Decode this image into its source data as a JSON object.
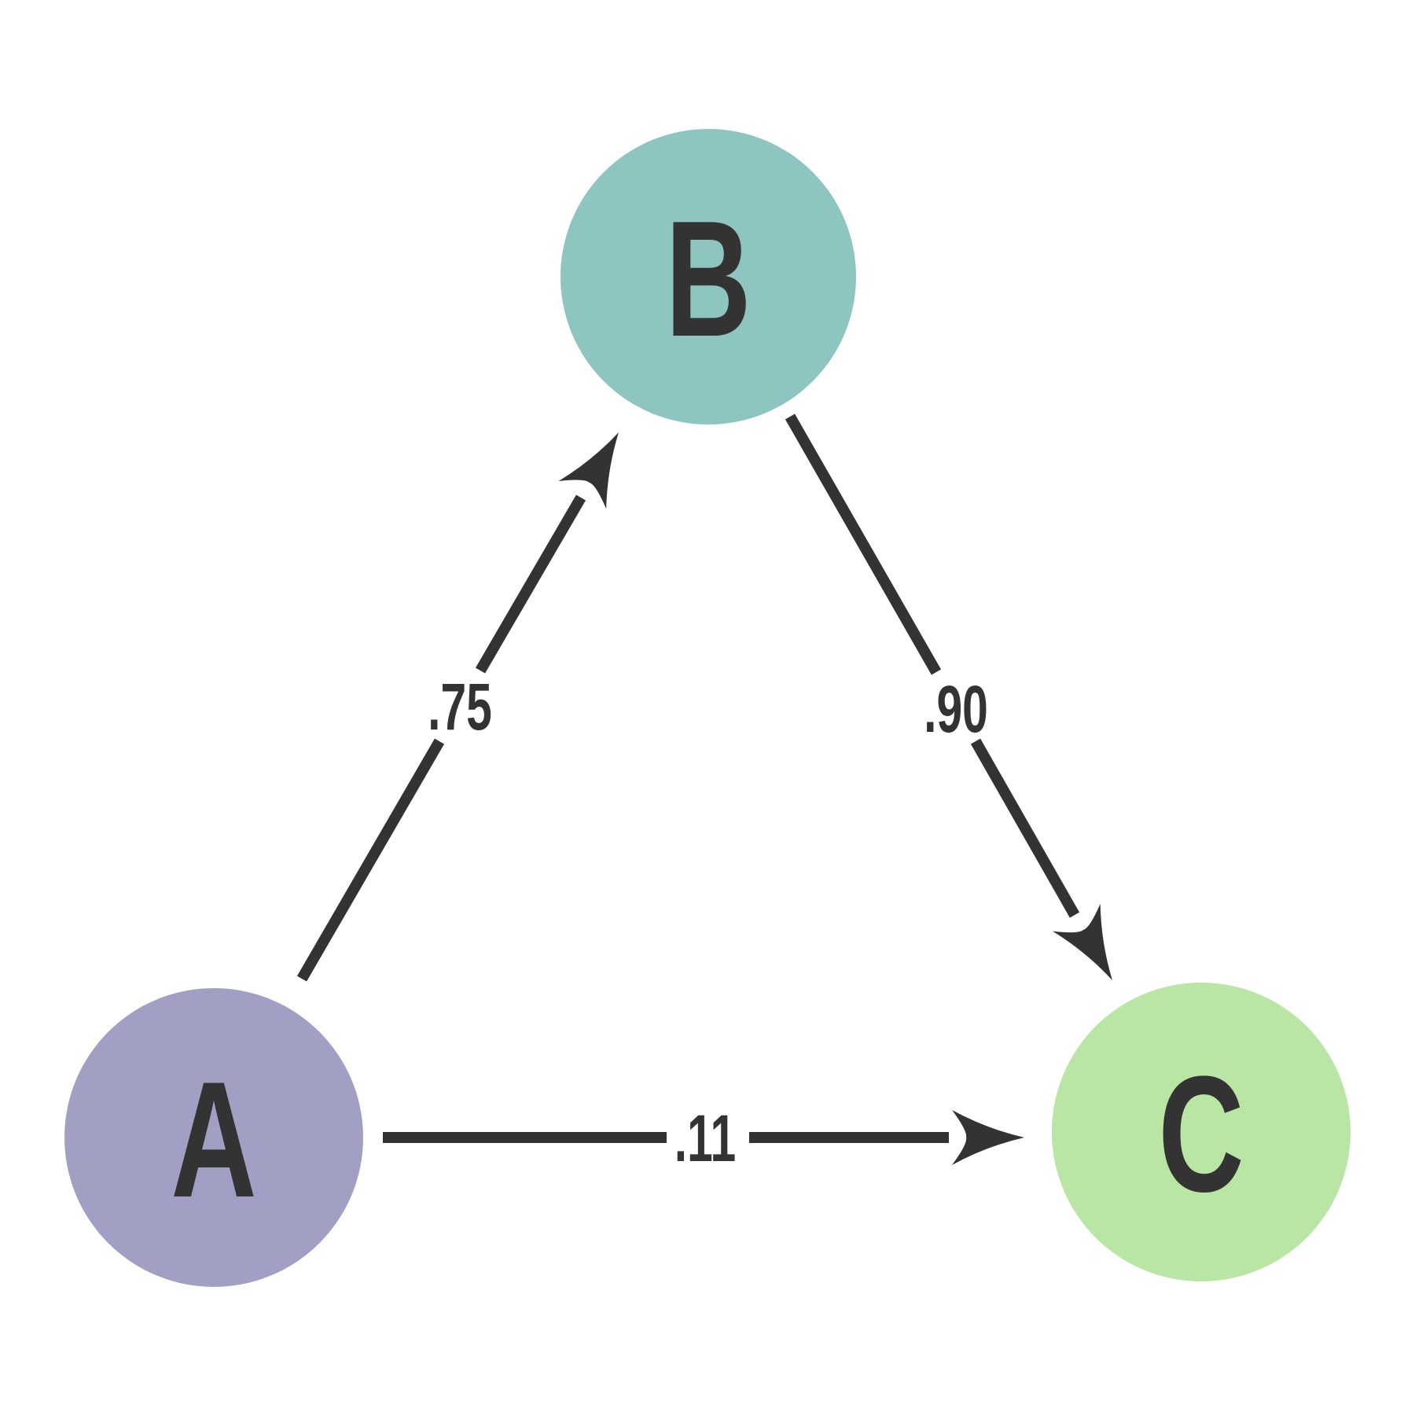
{
  "diagram": {
    "background_color": "#ffffff",
    "line_color": "#333333",
    "text_color": "#333333",
    "nodes": [
      {
        "id": "A",
        "label": "A",
        "color": "#a1a0c4"
      },
      {
        "id": "B",
        "label": "B",
        "color": "#8fc5c0"
      },
      {
        "id": "C",
        "label": "C",
        "color": "#b9e6a4"
      }
    ],
    "edges": [
      {
        "from": "A",
        "to": "B",
        "weight": ".75"
      },
      {
        "from": "B",
        "to": "C",
        "weight": ".90"
      },
      {
        "from": "A",
        "to": "C",
        "weight": ".11"
      }
    ]
  }
}
